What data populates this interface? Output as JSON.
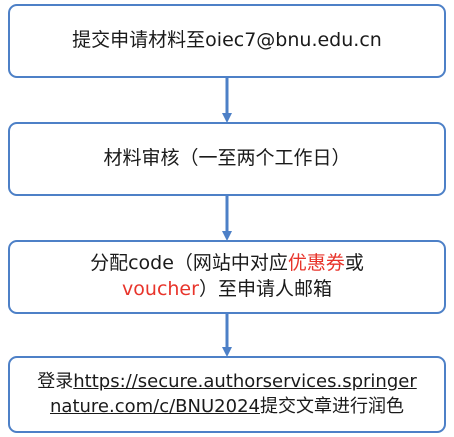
{
  "steps": [
    {
      "text": "提交申请材料至oiec7@bnu.edu.cn"
    },
    {
      "text": "材料审核（一至两个工作日）"
    },
    {
      "line1_a": "分配code（网站中对应",
      "line1_red": "优惠券",
      "line1_b": "或",
      "line2_red": "voucher",
      "line2_b": "）至申请人邮箱"
    },
    {
      "line1_a": "登录",
      "line1_link": "https://secure.authorservices.springer",
      "line2_link": "nature.com/c/BNU2024",
      "line2_b": "提交文章进行润色"
    }
  ],
  "colors": {
    "border": "#4d80c7",
    "arrow": "#4d80c7",
    "highlight": "#e8342b"
  }
}
